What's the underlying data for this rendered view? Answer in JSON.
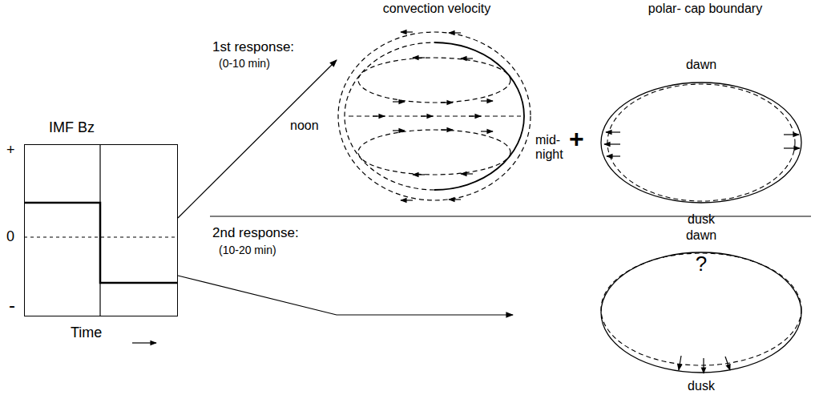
{
  "diagram": {
    "nodes": [
      {
        "text": [
          "IMF Bz"
        ]
      },
      {
        "text": [
          "noon",
          "mid- night"
        ]
      },
      {
        "text": [
          "dawn",
          "dusk"
        ]
      },
      {
        "text": [
          "dawn",
          "?",
          "dusk"
        ]
      }
    ],
    "edges": [
      {
        "from": 0,
        "to": 1,
        "arrow": "to"
      },
      {
        "from": 0,
        "to": 3,
        "arrow": "to"
      }
    ],
    "labels": [
      "convection velocity",
      "polar- cap boundary",
      "1st response:",
      "(0-10 min)",
      "+",
      "2nd response:",
      "(10-20 min)",
      "+",
      "0",
      "-",
      "Time"
    ]
  }
}
